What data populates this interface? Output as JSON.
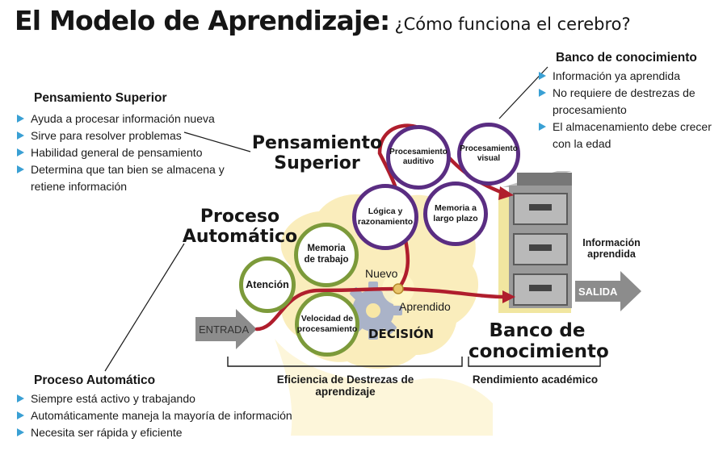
{
  "title": {
    "main": "El Modelo de Aprendizaje:",
    "sub": "¿Cómo funciona el cerebro?"
  },
  "pensamiento_block": {
    "heading": "Pensamiento Superior",
    "items": [
      "Ayuda a procesar información nueva",
      "Sirve para resolver problemas",
      "Habilidad general de pensamiento",
      "Determina que tan bien se almacena y retiene información"
    ]
  },
  "banco_block": {
    "heading": "Banco de conocimiento",
    "items": [
      "Información ya aprendida",
      "No requiere de destrezas de procesamiento",
      "El almacenamiento debe crecer con la edad"
    ]
  },
  "automatico_block": {
    "heading": "Proceso Automático",
    "items": [
      "Siempre está activo y trabajando",
      "Automáticamente maneja la mayoría de información",
      "Necesita ser rápida y eficiente"
    ]
  },
  "labels": {
    "pensamiento_big": "Pensamiento Superior",
    "proceso_big": "Proceso Automático",
    "banco_big": "Banco de conocimiento",
    "entrada": "ENTRADA",
    "salida": "SALIDA",
    "nuevo": "Nuevo",
    "aprendido": "Aprendido",
    "decision": "DECISIÓN",
    "info_aprendida": "Información aprendida",
    "eficiencia": "Eficiencia de Destrezas de aprendizaje",
    "rendimiento": "Rendimiento académico"
  },
  "circles": {
    "atencion": "Atención",
    "memoria_trabajo": "Memoria de trabajo",
    "velocidad": "Velocidad de procesamiento",
    "logica": "Lógica y razonamiento",
    "auditivo": "Procesamiento auditivo",
    "visual": "Procesamiento visual",
    "largo_plazo": "Memoria a largo plazo"
  },
  "colors": {
    "bullet": "#3aa0d4",
    "path": "#b01e2d",
    "green_ring": "#7c9a3a",
    "purple_ring": "#5a2d82",
    "head_glow": "#f3d36a",
    "arrow_gray": "#8c8c8c"
  },
  "icons": [
    "bullet-triangle-icon",
    "filing-cabinet-icon",
    "gear-icon",
    "brain-head-icon"
  ]
}
